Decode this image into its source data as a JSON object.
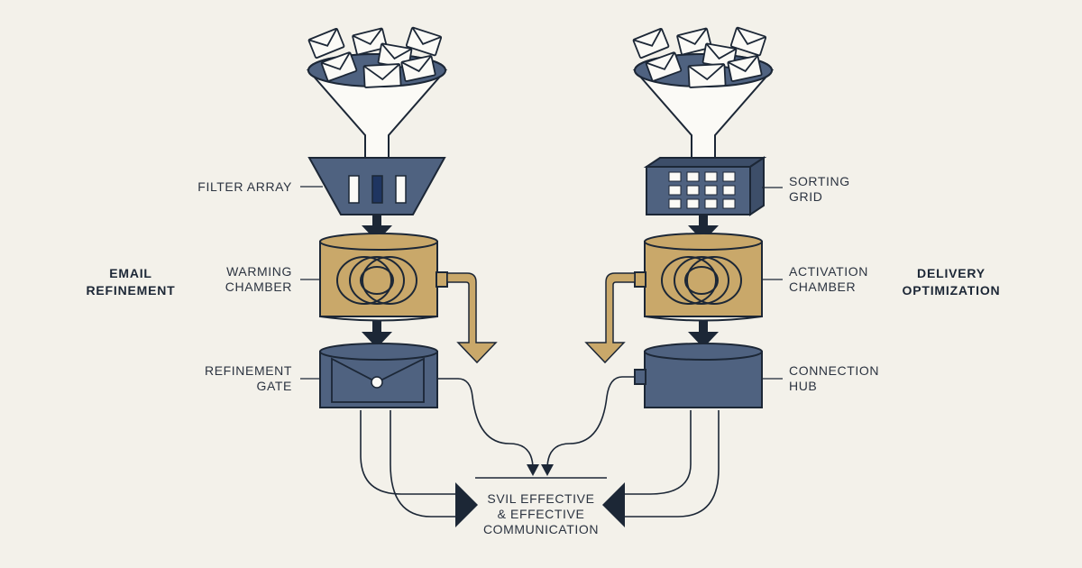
{
  "sections": {
    "left": [
      "EMAIL",
      "REFINEMENT"
    ],
    "right": [
      "DELIVERY",
      "OPTIMIZATION"
    ]
  },
  "left_pipeline": {
    "filter": [
      "FILTER ARRAY"
    ],
    "chamber": [
      "WARMING",
      "CHAMBER"
    ],
    "gate": [
      "REFINEMENT",
      "GATE"
    ]
  },
  "right_pipeline": {
    "grid": [
      "SORTING",
      "GRID"
    ],
    "chamber": [
      "ACTIVATION",
      "CHAMBER"
    ],
    "hub": [
      "CONNECTION",
      "HUB"
    ]
  },
  "output": [
    "SVIL EFFECTIVE",
    "& EFFECTIVE",
    "COMMUNICATION"
  ],
  "colors": {
    "background": "#f3f1ea",
    "slate": "#4f6280",
    "gold": "#c9a86a",
    "ink": "#1c2736"
  }
}
